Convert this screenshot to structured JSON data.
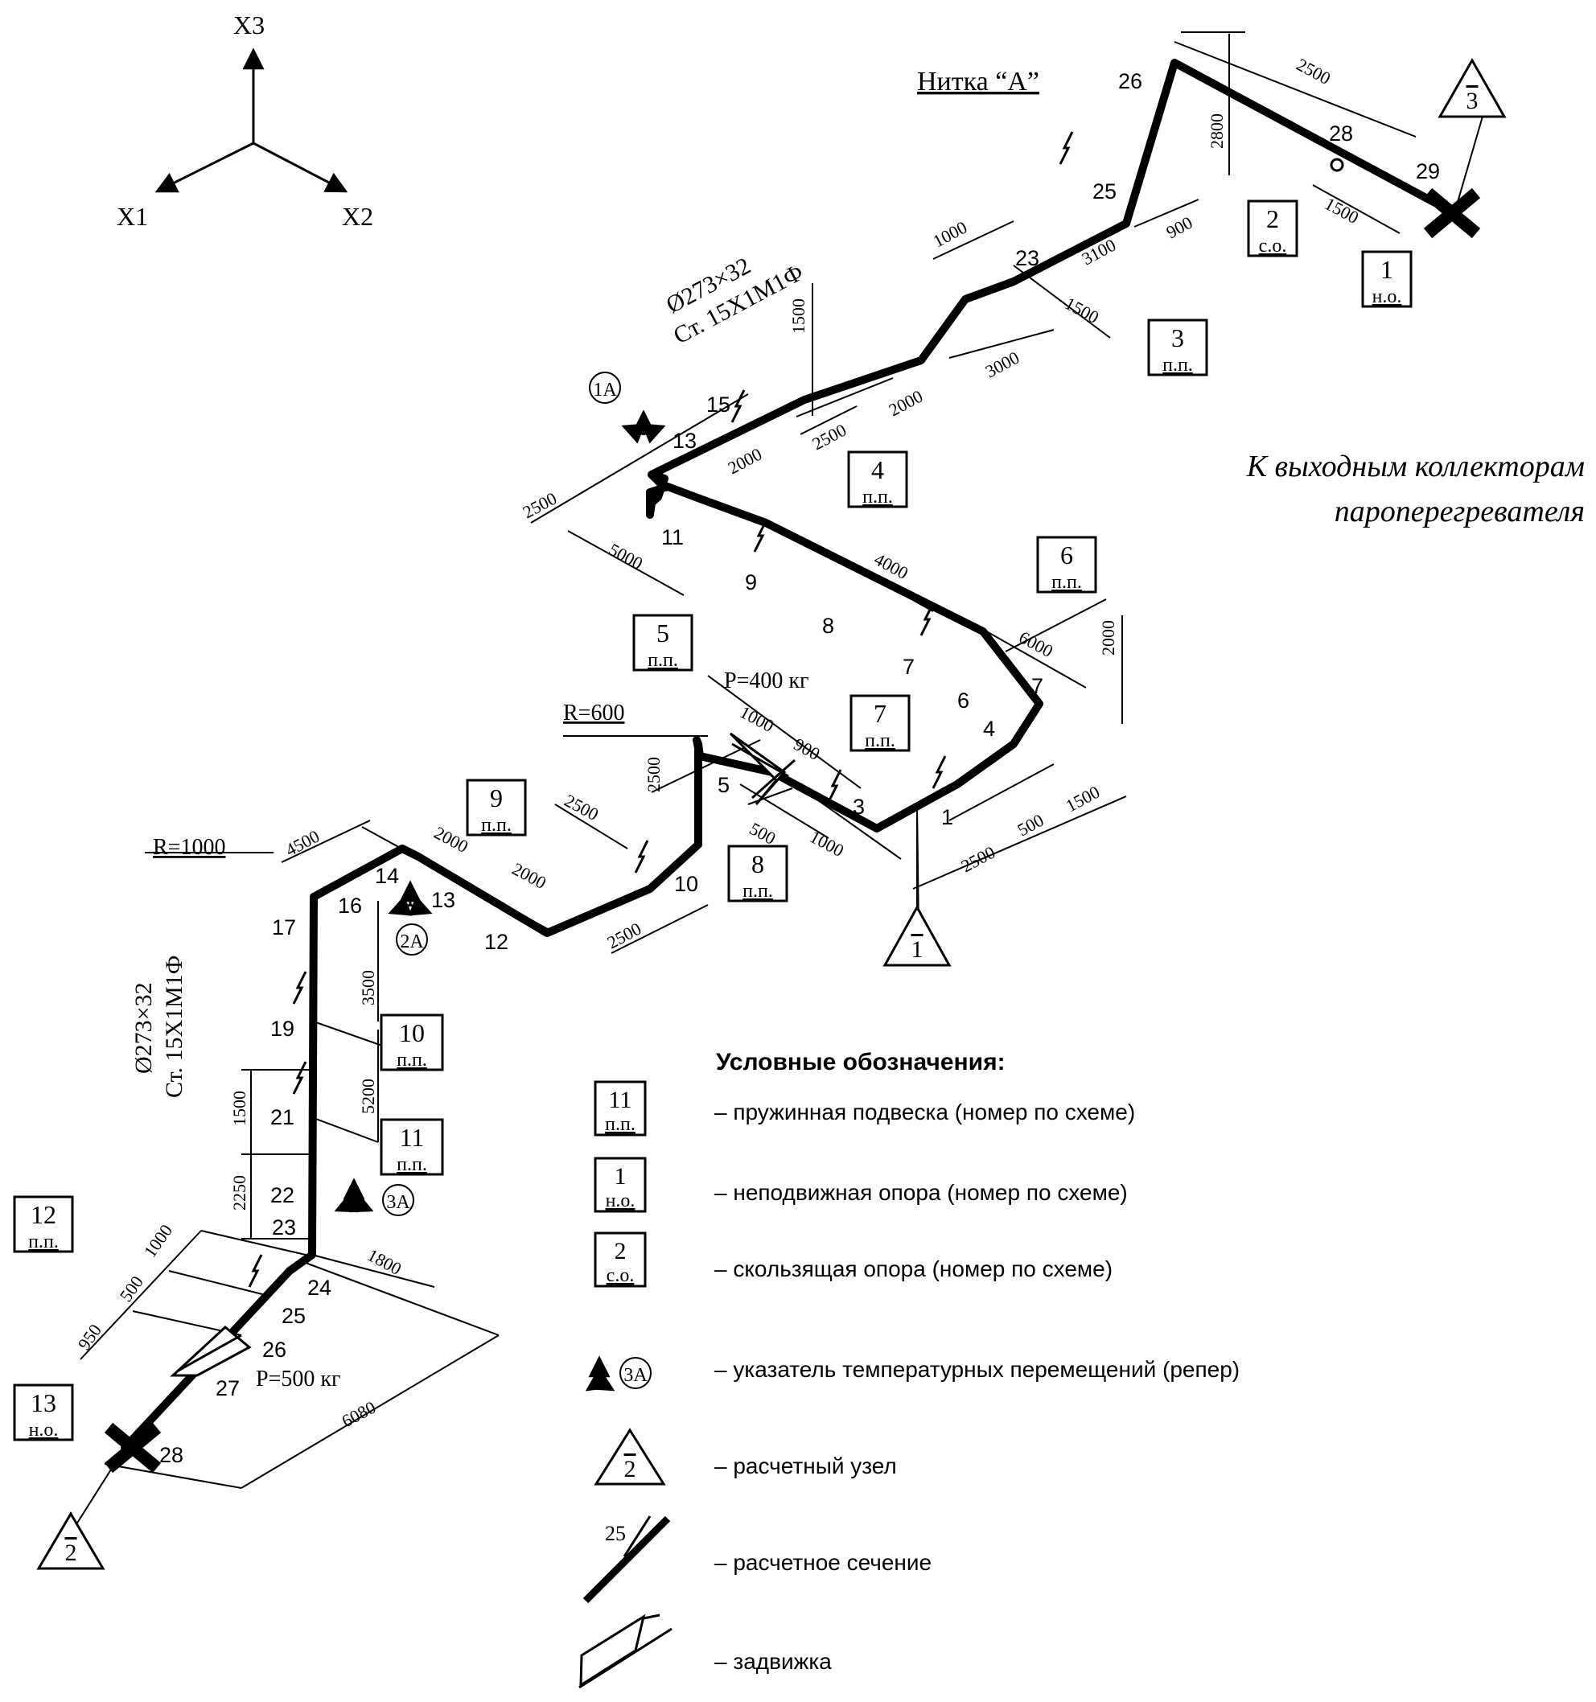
{
  "axes": {
    "x1": "X1",
    "x2": "X2",
    "x3": "X3"
  },
  "title": "Нитка “А”",
  "pipe_spec_top": {
    "line1": "Ø273×32",
    "line2": "Ст. 15Х1М1Ф"
  },
  "pipe_spec_left": {
    "line1": "Ø273×32",
    "line2": "Ст. 15Х1М1Ф"
  },
  "destination": {
    "line1": "К выходным коллекторам",
    "line2": "пароперегревателя"
  },
  "radius_labels": {
    "r1": "R=600",
    "r2": "R=1000"
  },
  "loads": {
    "p1": "P=400 кг",
    "p2": "P=500 кг"
  },
  "markers": {
    "m1a": "1А",
    "m2a": "2А",
    "m3a": "3А"
  },
  "nodes_a": [
    "26",
    "25",
    "23",
    "28",
    "29",
    "13",
    "15",
    "11",
    "9",
    "8",
    "7",
    "6",
    "7",
    "4",
    "5",
    "3",
    "1",
    "10",
    "14",
    "16",
    "13",
    "12",
    "17",
    "19",
    "21",
    "22",
    "23",
    "24",
    "25",
    "26",
    "27",
    "28"
  ],
  "dims": [
    "2500",
    "2800",
    "1500",
    "900",
    "1000",
    "3100",
    "1500",
    "1500",
    "3000",
    "2000",
    "2500",
    "2000",
    "2500",
    "5000",
    "4000",
    "6000",
    "2000",
    "1000",
    "900",
    "500",
    "1000",
    "2500",
    "500",
    "1500",
    "2500",
    "2500",
    "4500",
    "2000",
    "2000",
    "2500",
    "3500",
    "5200",
    "1500",
    "2250",
    "1800",
    "1000",
    "500",
    "950",
    "6080"
  ],
  "supports": [
    {
      "num": "1",
      "type": "н.о."
    },
    {
      "num": "2",
      "type": "с.о."
    },
    {
      "num": "3",
      "type": "п.п."
    },
    {
      "num": "4",
      "type": "п.п."
    },
    {
      "num": "5",
      "type": "п.п."
    },
    {
      "num": "6",
      "type": "п.п."
    },
    {
      "num": "7",
      "type": "п.п."
    },
    {
      "num": "8",
      "type": "п.п."
    },
    {
      "num": "9",
      "type": "п.п."
    },
    {
      "num": "10",
      "type": "п.п."
    },
    {
      "num": "11",
      "type": "п.п."
    },
    {
      "num": "12",
      "type": "п.п."
    },
    {
      "num": "13",
      "type": "н.о."
    }
  ],
  "calc_nodes": [
    "3",
    "1",
    "2"
  ],
  "legend": {
    "title": "Условные обозначения:",
    "spring_box": {
      "num": "11",
      "type": "п.п."
    },
    "fixed_box": {
      "num": "1",
      "type": "н.о."
    },
    "sliding_box": {
      "num": "2",
      "type": "с.о."
    },
    "marker": "3А",
    "node_num": "2",
    "section_num": "25",
    "items": [
      "– пружинная подвеска (номер по схеме)",
      "– неподвижная опора (номер по схеме)",
      "– скользящая опора (номер по схеме)",
      "– указатель температурных перемещений (репер)",
      "– расчетный узел",
      "– расчетное сечение",
      "– задвижка"
    ]
  }
}
